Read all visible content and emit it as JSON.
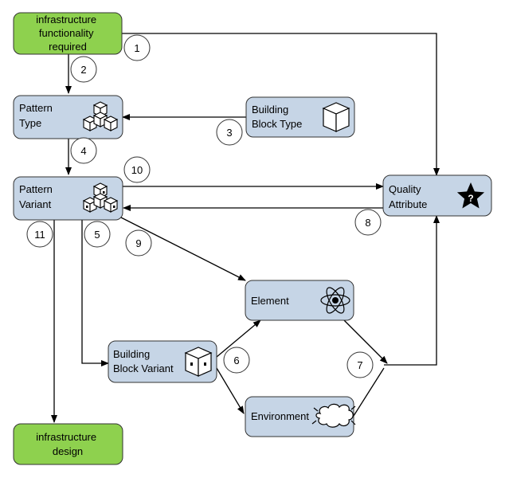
{
  "nodes": {
    "infra_required": {
      "lines": [
        "infrastructure",
        "functionality",
        "required"
      ],
      "color": "#8ed14e"
    },
    "pattern_type": {
      "lines": [
        "Pattern",
        "Type"
      ],
      "color": "#c6d5e6",
      "icon": "stacked-cubes-icon"
    },
    "building_block_type": {
      "lines": [
        "Building",
        "Block Type"
      ],
      "color": "#c6d5e6",
      "icon": "cube-icon"
    },
    "pattern_variant": {
      "lines": [
        "Pattern",
        "Variant"
      ],
      "color": "#c6d5e6",
      "icon": "stacked-dotted-cubes-icon"
    },
    "quality_attribute": {
      "lines": [
        "Quality",
        "Attribute"
      ],
      "color": "#c6d5e6",
      "icon": "star-question-icon"
    },
    "element": {
      "lines": [
        "Element"
      ],
      "color": "#c6d5e6",
      "icon": "atom-icon"
    },
    "building_block_variant": {
      "lines": [
        "Building",
        "Block Variant"
      ],
      "color": "#c6d5e6",
      "icon": "dotted-cube-icon"
    },
    "environment": {
      "lines": [
        "Environment"
      ],
      "color": "#c6d5e6",
      "icon": "cloud-icon"
    },
    "infra_design": {
      "lines": [
        "infrastructure",
        "design"
      ],
      "color": "#8ed14e"
    }
  },
  "steps": [
    "1",
    "2",
    "3",
    "4",
    "5",
    "6",
    "7",
    "8",
    "9",
    "10",
    "11"
  ]
}
